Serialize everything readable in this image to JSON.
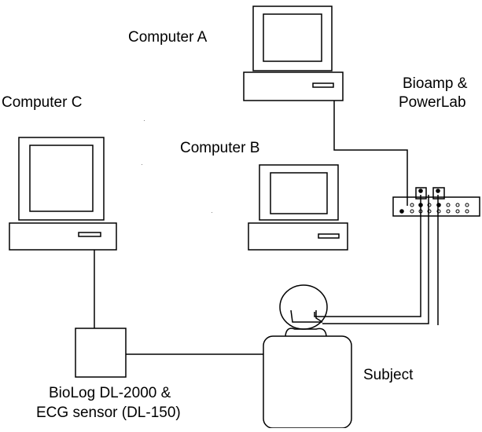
{
  "labels": {
    "computer_a": "Computer A",
    "computer_b": "Computer B",
    "computer_c": "Computer C",
    "bioamp_line1": "Bioamp &",
    "bioamp_line2": "PowerLab",
    "subject": "Subject",
    "biolog_line1": "BioLog DL-2000 &",
    "biolog_line2": "ECG sensor (DL-150)"
  },
  "colors": {
    "stroke": "#000000",
    "background": "#ffffff"
  },
  "icons": [
    "desktop-computer-icon",
    "recording-unit-icon",
    "person-icon"
  ]
}
